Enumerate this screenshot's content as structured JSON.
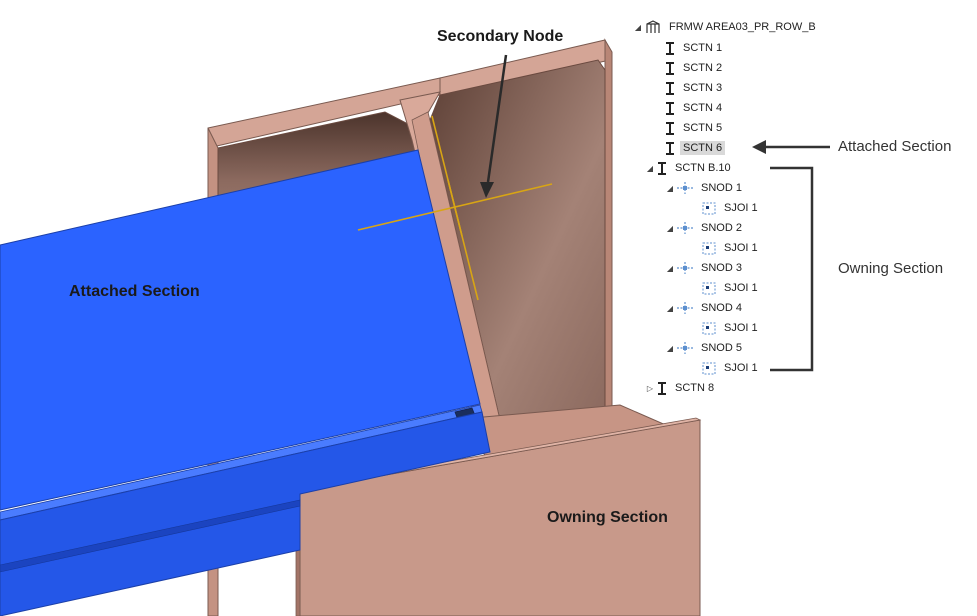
{
  "scene": {
    "labels": {
      "secondary_node": "Secondary Node",
      "attached_section": "Attached Section",
      "owning_section": "Owning Section"
    },
    "colors": {
      "beam_blue": "#2b63ff",
      "beam_blue_dark": "#1f4fd6",
      "steel_pink": "#d1a092",
      "steel_dark": "#6e4a3f",
      "node_line": "#d8a514"
    }
  },
  "tree": {
    "root": "FRMW AREA03_PR_ROW_B",
    "sections": [
      "SCTN 1",
      "SCTN 2",
      "SCTN 3",
      "SCTN 4",
      "SCTN 5",
      "SCTN 6"
    ],
    "owning": "SCTN B.10",
    "snods": [
      {
        "label": "SNOD 1",
        "child": "SJOI 1"
      },
      {
        "label": "SNOD 2",
        "child": "SJOI 1"
      },
      {
        "label": "SNOD 3",
        "child": "SJOI 1"
      },
      {
        "label": "SNOD 4",
        "child": "SJOI 1"
      },
      {
        "label": "SNOD 5",
        "child": "SJOI 1"
      }
    ],
    "last": "SCTN 8"
  },
  "annotations": {
    "attached": "Attached Section",
    "owning": "Owning Section"
  }
}
